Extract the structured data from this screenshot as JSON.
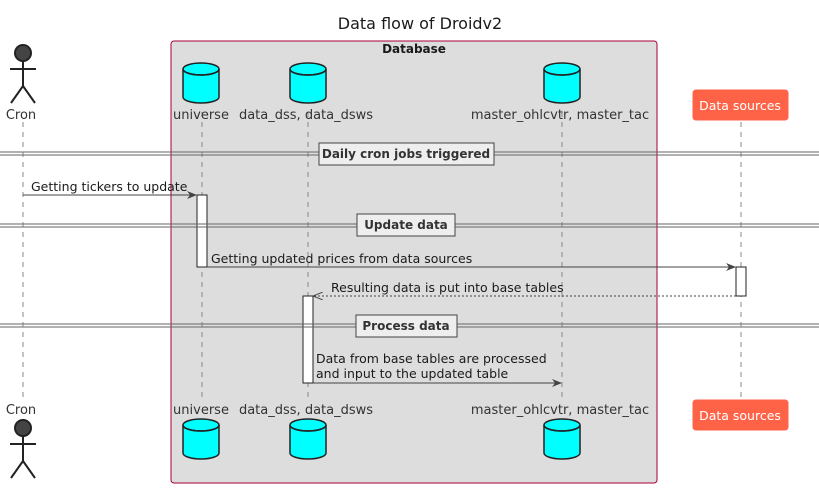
{
  "title": "Data flow of Droidv2",
  "box": {
    "label": "Database"
  },
  "participants": {
    "cron": "Cron",
    "universe": "universe",
    "data": "data_dss, data_dsws",
    "master": "master_ohlcvtr, master_tac",
    "sources": "Data sources"
  },
  "dividers": {
    "d1": "Daily cron jobs triggered",
    "d2": "Update data",
    "d3": "Process data"
  },
  "messages": {
    "m1": "Getting tickers to update",
    "m2": "Getting updated prices from data sources",
    "m3": "Resulting data is put into base tables",
    "m4_line1": "Data from base tables are processed",
    "m4_line2": "and input to the updated table"
  },
  "colors": {
    "database_fill": "#00ffff",
    "sources_fill": "#ff6347",
    "box_fill": "#dddddd",
    "box_border": "#a80036"
  }
}
